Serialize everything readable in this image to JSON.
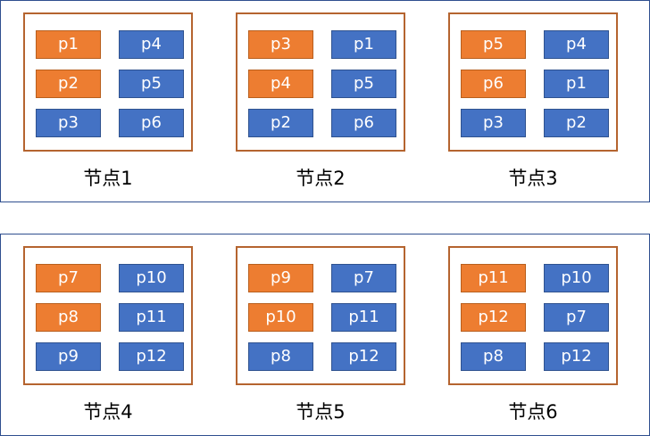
{
  "colors": {
    "primary_fill": "#ed7d31",
    "replica_fill": "#4472c4",
    "node_border": "#b5642f",
    "group_border": "#2f4f8f"
  },
  "groups": [
    {
      "nodes": [
        {
          "label": "节点1",
          "primary": [
            "p1",
            "p2"
          ],
          "replica": [
            "p4",
            "p5",
            "p3",
            "p6"
          ]
        },
        {
          "label": "节点2",
          "primary": [
            "p3",
            "p4"
          ],
          "replica": [
            "p1",
            "p5",
            "p2",
            "p6"
          ]
        },
        {
          "label": "节点3",
          "primary": [
            "p5",
            "p6"
          ],
          "replica": [
            "p4",
            "p1",
            "p3",
            "p2"
          ]
        }
      ]
    },
    {
      "nodes": [
        {
          "label": "节点4",
          "primary": [
            "p7",
            "p8"
          ],
          "replica": [
            "p10",
            "p11",
            "p9",
            "p12"
          ]
        },
        {
          "label": "节点5",
          "primary": [
            "p9",
            "p10"
          ],
          "replica": [
            "p7",
            "p11",
            "p8",
            "p12"
          ]
        },
        {
          "label": "节点6",
          "primary": [
            "p11",
            "p12"
          ],
          "replica": [
            "p10",
            "p7",
            "p8",
            "p12"
          ]
        }
      ]
    }
  ]
}
